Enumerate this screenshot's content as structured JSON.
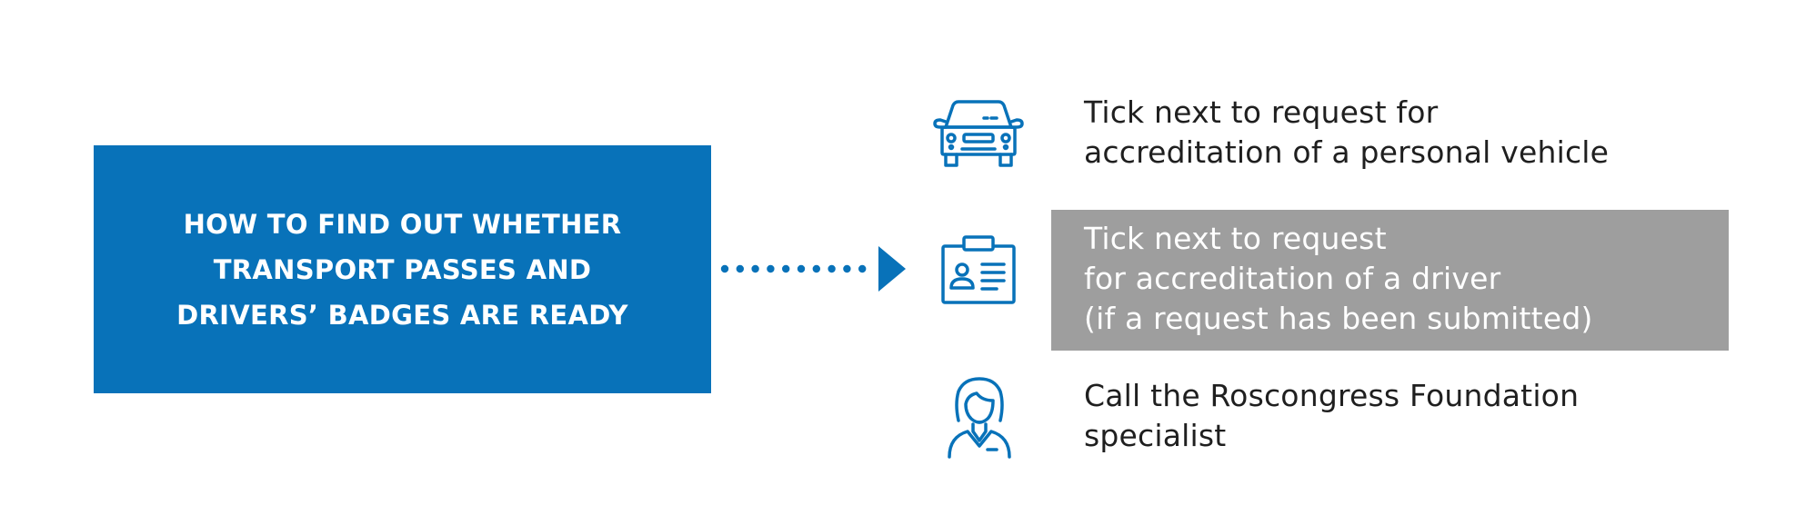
{
  "title_box": {
    "lines": [
      "HOW TO FIND OUT WHETHER",
      "TRANSPORT PASSES AND",
      "DRIVERS’ BADGES ARE READY"
    ],
    "color": "#0872b9"
  },
  "items": [
    {
      "icon": "car-icon",
      "lines": [
        "Tick next to request for",
        "accreditation of a personal vehicle"
      ]
    },
    {
      "icon": "badge-icon",
      "lines": [
        "Tick next to request",
        "for accreditation of a driver",
        "(if a request has been submitted)"
      ],
      "highlight_color": "#9e9e9e"
    },
    {
      "icon": "specialist-icon",
      "lines": [
        "Call the Roscongress Foundation",
        "specialist"
      ]
    }
  ],
  "colors": {
    "accent": "#0872b9",
    "highlight": "#9e9e9e",
    "text": "#1f1f1f"
  }
}
